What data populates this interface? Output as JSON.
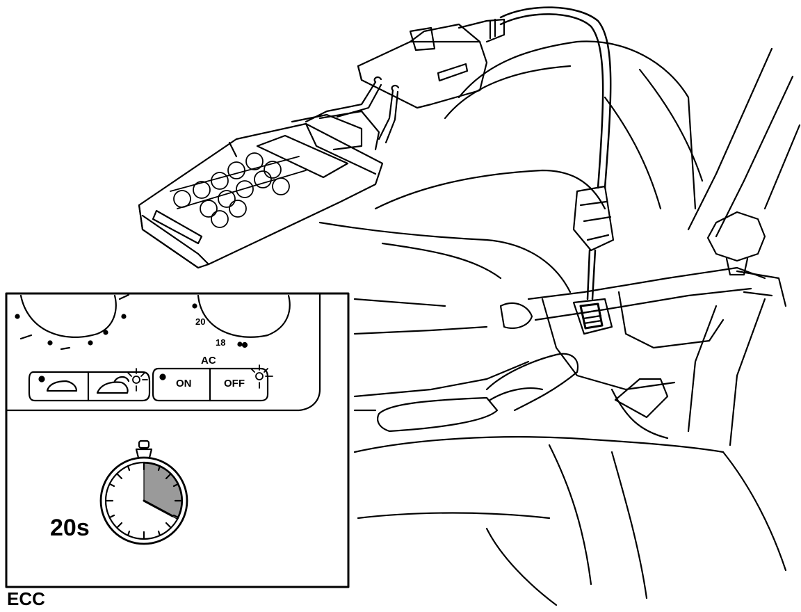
{
  "caption": "ECC",
  "timer": {
    "duration_label": "20s",
    "elapsed_fraction": 0.33
  },
  "panel": {
    "ac_label": "AC",
    "on_label": "ON",
    "off_label": "OFF",
    "dial_marks": [
      "20",
      "18"
    ]
  }
}
